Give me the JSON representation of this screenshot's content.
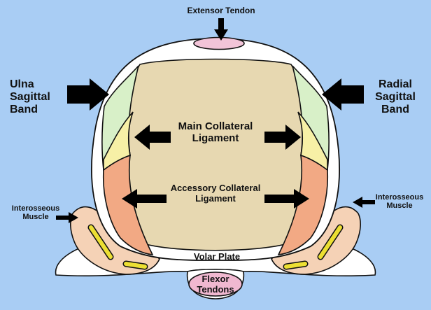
{
  "diagram": {
    "labels": {
      "extensor_tendon": "Extensor Tendon",
      "ulna_sagittal_band": [
        "Ulna",
        "Sagittal",
        "Band"
      ],
      "radial_sagittal_band": [
        "Radial",
        "Sagittal",
        "Band"
      ],
      "main_collateral_ligament": [
        "Main Collateral",
        "Ligament"
      ],
      "accessory_collateral_ligament": [
        "Accessory Collateral",
        "Ligament"
      ],
      "interosseous_left": [
        "Interosseous",
        "Muscle"
      ],
      "interosseous_right": [
        "Interosseous",
        "Muscle"
      ],
      "volar_plate": "Volar Plate",
      "flexor_tendons": [
        "Flexor",
        "Tendons"
      ]
    },
    "colors": {
      "background": "#a9cdf4",
      "outline": "#111111",
      "capsule": "#ffffff",
      "bone": "#e7d8b1",
      "extensor_tendon": "#f2c4d8",
      "sagittal_band": "#d8f0c8",
      "main_collateral": "#f7f0a6",
      "accessory_collateral": "#f2a984",
      "interosseous_muscle": "#f5d2b6",
      "muscle_fibres": "#ecdf33",
      "flexor_tendons": "#f0b8d0",
      "arrows": "#000000"
    }
  }
}
